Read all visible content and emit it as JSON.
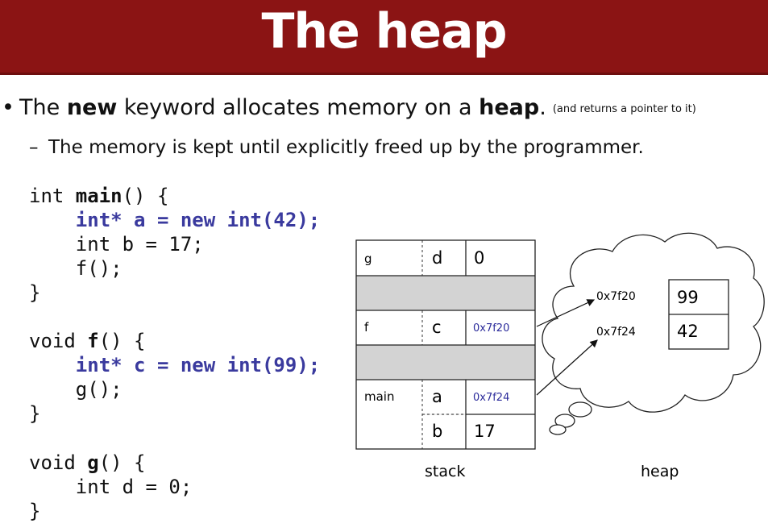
{
  "slide": {
    "title": "The heap",
    "bullet": {
      "pre": "The ",
      "kw1": "new",
      "mid": " keyword allocates memory on a ",
      "kw2": "heap",
      "post": ".",
      "note": "(and returns a pointer to it)"
    },
    "sub_bullet": "The memory is kept until explicitly freed up by the programmer."
  },
  "code": {
    "main_sig_a": "int ",
    "main_name": "main",
    "main_sig_b": "() {",
    "main_line1": "    int* a = new int(42);",
    "main_line2": "    int b = 17;",
    "main_line3": "    f();",
    "close": "}",
    "f_sig_a": "void ",
    "f_name": "f",
    "f_sig_b": "() {",
    "f_line1": "    int* c = new int(99);",
    "f_line2": "    g();",
    "g_sig_a": "void ",
    "g_name": "g",
    "g_sig_b": "() {",
    "g_line1": "    int d = 0;"
  },
  "stack": {
    "label": "stack",
    "frames": {
      "g": {
        "name": "g",
        "var": "d",
        "value": "0"
      },
      "f": {
        "name": "f",
        "var": "c",
        "value": "0x7f20"
      },
      "main": {
        "name": "main",
        "var_a": "a",
        "value_a": "0x7f24",
        "var_b": "b",
        "value_b": "17"
      }
    }
  },
  "heap": {
    "label": "heap",
    "cells": [
      {
        "address": "0x7f20",
        "value": "99"
      },
      {
        "address": "0x7f24",
        "value": "42"
      }
    ]
  },
  "colors": {
    "title_bar": "#8b1414",
    "highlight_code": "#3a3a9e",
    "stack_gap": "#d3d3d3",
    "address_text": "#2a2a9a"
  }
}
